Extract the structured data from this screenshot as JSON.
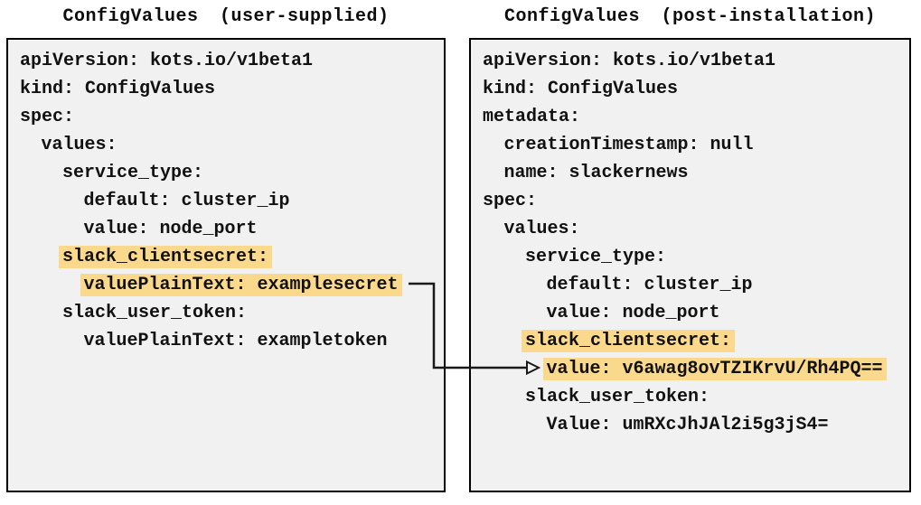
{
  "colors": {
    "panel_background": "#f1f1f1",
    "panel_border": "#000000",
    "highlight": "#fbd98c",
    "text": "#111111",
    "arrow": "#1a1a1a"
  },
  "left_panel": {
    "title": "ConfigValues (user-supplied)",
    "lines": [
      {
        "text": "apiVersion: kots.io/v1beta1",
        "indent": 0,
        "highlight": false
      },
      {
        "text": "kind: ConfigValues",
        "indent": 0,
        "highlight": false
      },
      {
        "text": "spec:",
        "indent": 0,
        "highlight": false
      },
      {
        "text": "values:",
        "indent": 1,
        "highlight": false
      },
      {
        "text": "service_type:",
        "indent": 2,
        "highlight": false
      },
      {
        "text": "default: cluster_ip",
        "indent": 3,
        "highlight": false
      },
      {
        "text": "value: node_port",
        "indent": 3,
        "highlight": false
      },
      {
        "text": "slack_clientsecret:",
        "indent": 2,
        "highlight": true
      },
      {
        "text": "valuePlainText: examplesecret",
        "indent": 3,
        "highlight": true
      },
      {
        "text": "slack_user_token:",
        "indent": 2,
        "highlight": false
      },
      {
        "text": "valuePlainText: exampletoken",
        "indent": 3,
        "highlight": false
      }
    ]
  },
  "right_panel": {
    "title": "ConfigValues (post-installation)",
    "lines": [
      {
        "text": "apiVersion: kots.io/v1beta1",
        "indent": 0,
        "highlight": false
      },
      {
        "text": "kind: ConfigValues",
        "indent": 0,
        "highlight": false
      },
      {
        "text": "metadata:",
        "indent": 0,
        "highlight": false
      },
      {
        "text": "creationTimestamp: null",
        "indent": 1,
        "highlight": false
      },
      {
        "text": "name: slackernews",
        "indent": 1,
        "highlight": false
      },
      {
        "text": "spec:",
        "indent": 0,
        "highlight": false
      },
      {
        "text": "values:",
        "indent": 1,
        "highlight": false
      },
      {
        "text": "service_type:",
        "indent": 2,
        "highlight": false
      },
      {
        "text": "default: cluster_ip",
        "indent": 3,
        "highlight": false
      },
      {
        "text": "value: node_port",
        "indent": 3,
        "highlight": false
      },
      {
        "text": "slack_clientsecret:",
        "indent": 2,
        "highlight": true
      },
      {
        "text": "value: v6awag8ovTZIKrvU/Rh4PQ==",
        "indent": 3,
        "highlight": true
      },
      {
        "text": "slack_user_token:",
        "indent": 2,
        "highlight": false
      },
      {
        "text": "Value: umRXcJhJAl2i5g3jS4=",
        "indent": 3,
        "highlight": false
      }
    ]
  },
  "connector": {
    "from_line": "valuePlainText: examplesecret",
    "to_line": "value: v6awag8ovTZIKrvU/Rh4PQ==",
    "style": "elbow-arrow-open-head"
  }
}
